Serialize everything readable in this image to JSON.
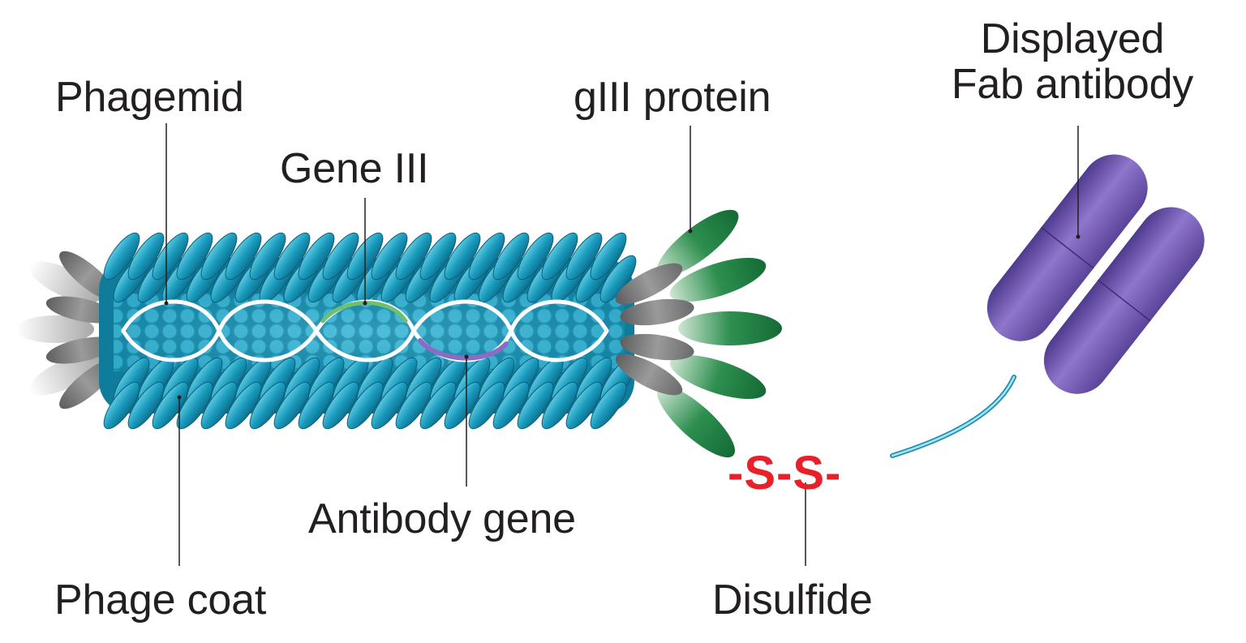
{
  "labels": {
    "phagemid": "Phagemid",
    "gene_iii": "Gene III",
    "giii_protein": "gIII protein",
    "displayed_fab_line1": "Displayed",
    "displayed_fab_line2": "Fab antibody",
    "antibody_gene": "Antibody gene",
    "phage_coat": "Phage coat",
    "disulfide": "Disulfide",
    "ss_bond": "-S-S-"
  },
  "colors": {
    "coat_teal": "#1a9bbd",
    "coat_teal_dark": "#0d6f8e",
    "gene_green": "#2e8b57",
    "protein_green": "#1b7a3e",
    "antibody_gene_purple": "#8a6cc4",
    "fab_purple": "#6a52a8",
    "cap_grey": "#8a8a8a",
    "cap_light": "#d9d9d9",
    "disulfide_red": "#e8202a",
    "linker_cyan": "#39b8d6",
    "text": "#231f20"
  }
}
